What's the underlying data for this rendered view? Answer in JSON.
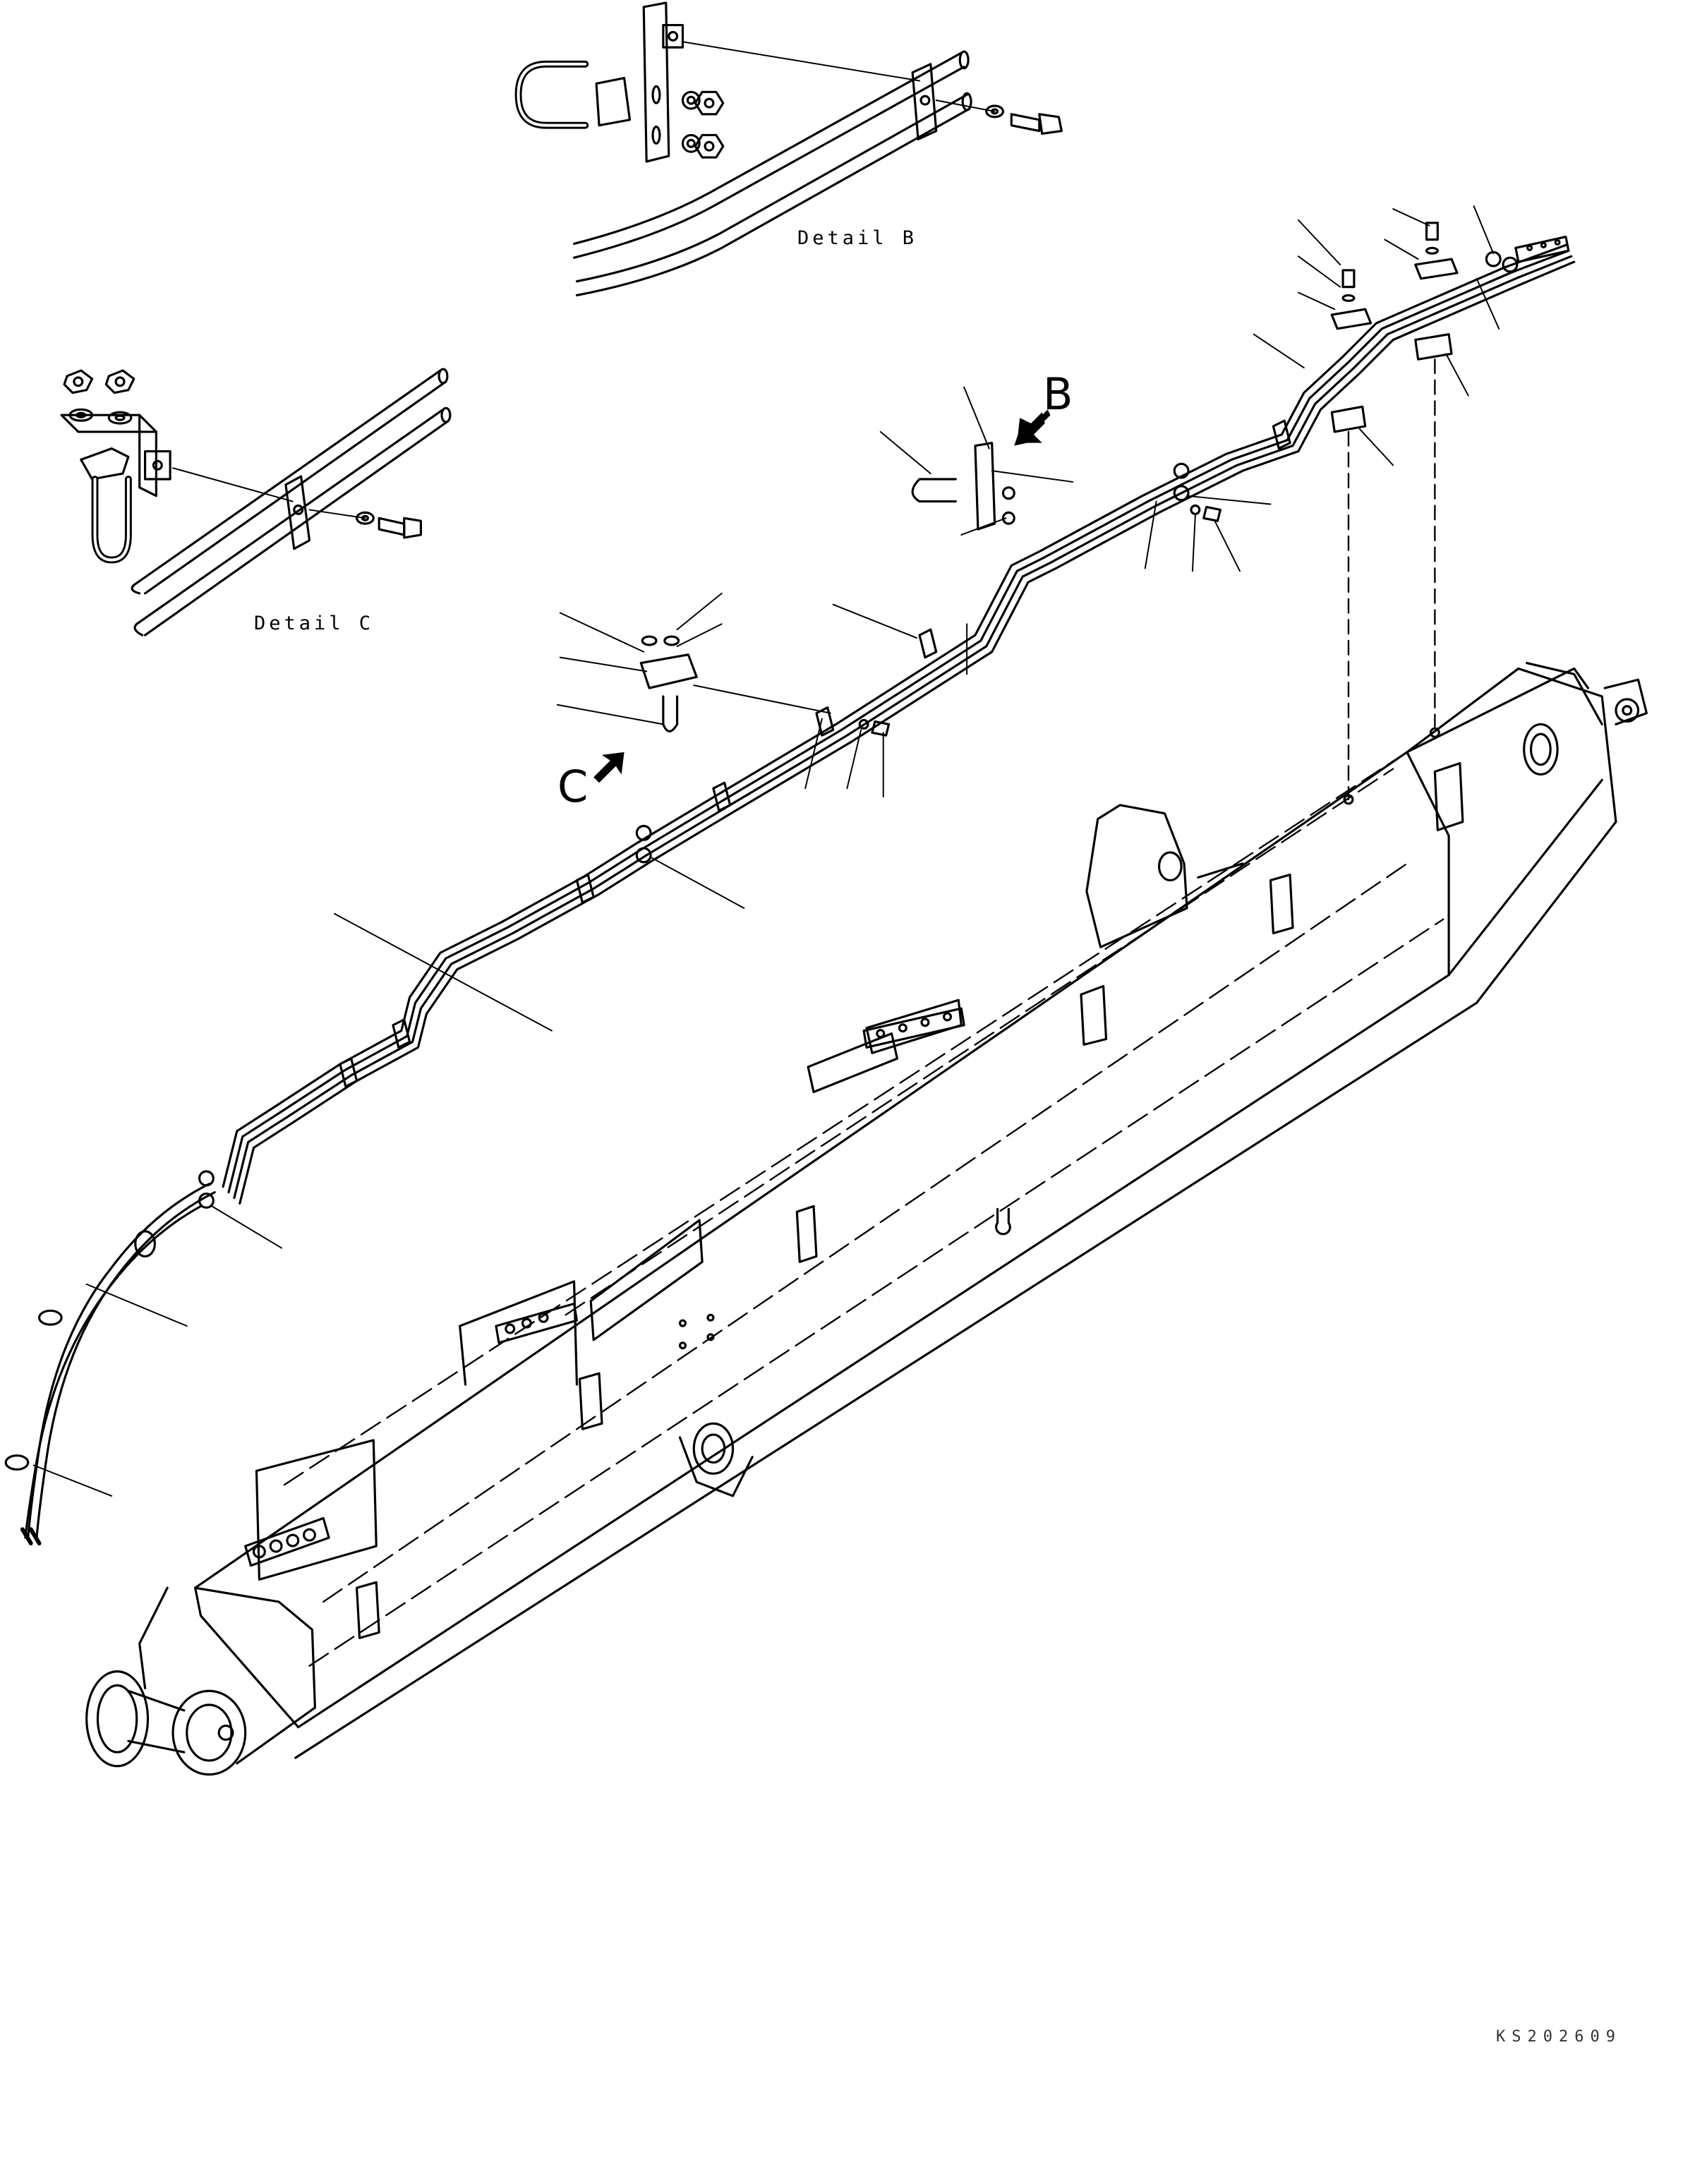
{
  "detail_b": {
    "title": "Detail B"
  },
  "detail_c": {
    "title": "Detail C"
  },
  "view_markers": {
    "b": "B",
    "c": "C"
  },
  "drawing_id": "KS202609"
}
